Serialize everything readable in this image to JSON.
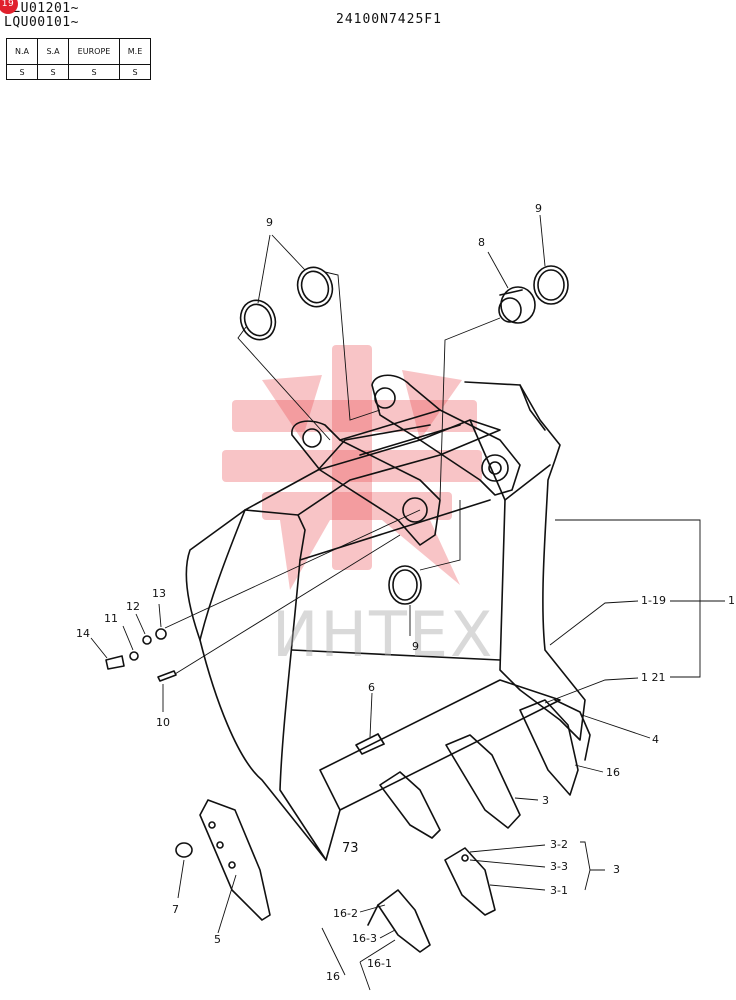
{
  "header": {
    "serial_1": "LLU01201~",
    "serial_2": "LQU00101~",
    "badge": "19",
    "document_code": "24100N7425F1"
  },
  "market_table": {
    "headers": [
      "N.A",
      "S.A",
      "EUROPE",
      "M.E"
    ],
    "values": [
      "S",
      "S",
      "S",
      "S"
    ]
  },
  "watermark": {
    "text": "ИНТЕХ",
    "color": "#e8464f"
  },
  "callouts": {
    "c9a": "9",
    "c9b": "9",
    "c8": "8",
    "c9c": "9",
    "c13": "13",
    "c12": "12",
    "c11": "11",
    "c14": "14",
    "c10": "10",
    "c6": "6",
    "c1_19": "1-19",
    "c1": "1",
    "c1_21": "1 21",
    "c4": "4",
    "c16a": "16",
    "c3a": "3",
    "c3_2": "3-2",
    "c3_3": "3-3",
    "c3b": "3",
    "c3_1": "3-1",
    "c7": "7",
    "c5": "5",
    "c16_2": "16-2",
    "c16_3": "16-3",
    "c16_1": "16-1",
    "c16b": "16"
  }
}
